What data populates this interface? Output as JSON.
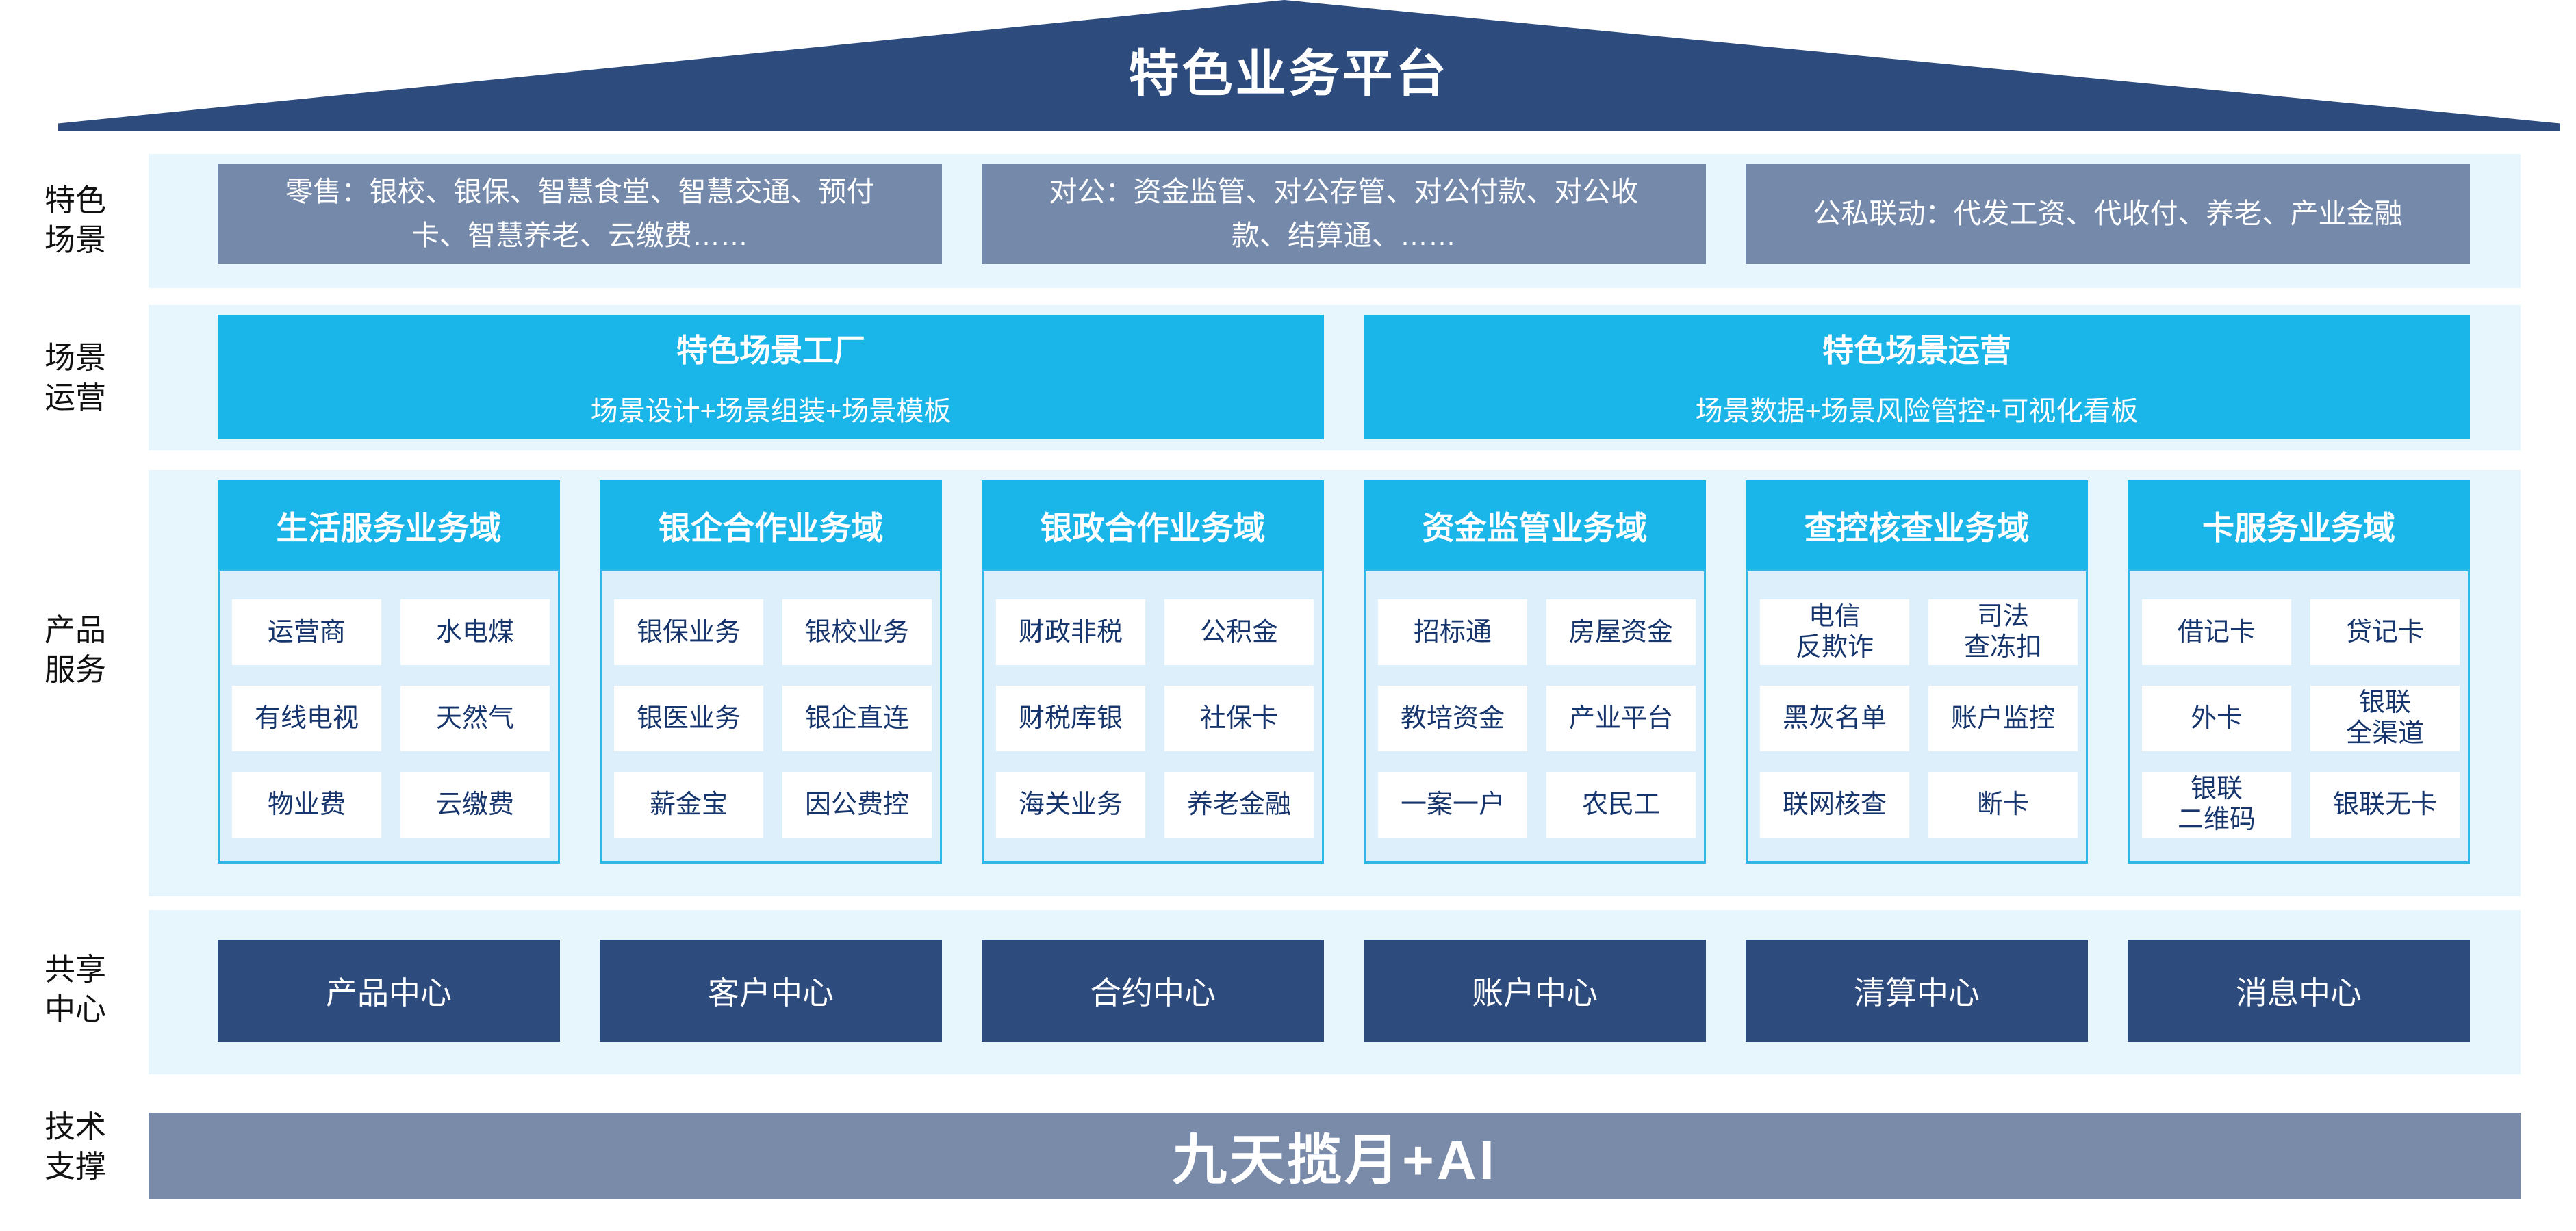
{
  "platform": {
    "title": "特色业务平台"
  },
  "side_labels": [
    {
      "text": "特色\n场景"
    },
    {
      "text": "场景\n运营"
    },
    {
      "text": "产品\n服务"
    },
    {
      "text": "共享\n中心"
    },
    {
      "text": "技术\n支撑"
    }
  ],
  "scenarios": [
    "零售：银校、银保、智慧食堂、智慧交通、预付\n卡、智慧养老、云缴费……",
    "对公：资金监管、对公存管、对公付款、对公收\n款、结算通、……",
    "公私联动：代发工资、代收付、养老、产业金融"
  ],
  "scenario_operation": [
    {
      "title": "特色场景工厂",
      "subtitle": "场景设计+场景组装+场景模板"
    },
    {
      "title": "特色场景运营",
      "subtitle": "场景数据+场景风险管控+可视化看板"
    }
  ],
  "product_domains": [
    {
      "header": "生活服务业务域",
      "cells": [
        "运营商",
        "水电煤",
        "有线电视",
        "天然气",
        "物业费",
        "云缴费"
      ]
    },
    {
      "header": "银企合作业务域",
      "cells": [
        "银保业务",
        "银校业务",
        "银医业务",
        "银企直连",
        "薪金宝",
        "因公费控"
      ]
    },
    {
      "header": "银政合作业务域",
      "cells": [
        "财政非税",
        "公积金",
        "财税库银",
        "社保卡",
        "海关业务",
        "养老金融"
      ]
    },
    {
      "header": "资金监管业务域",
      "cells": [
        "招标通",
        "房屋资金",
        "教培资金",
        "产业平台",
        "一案一户",
        "农民工"
      ]
    },
    {
      "header": "查控核查业务域",
      "cells": [
        "电信\n反欺诈",
        "司法\n查冻扣",
        "黑灰名单",
        "账户监控",
        "联网核查",
        "断卡"
      ]
    },
    {
      "header": "卡服务业务域",
      "cells": [
        "借记卡",
        "贷记卡",
        "外卡",
        "银联\n全渠道",
        "银联\n二维码",
        "银联无卡"
      ]
    }
  ],
  "shared_centers": [
    "产品中心",
    "客户中心",
    "合约中心",
    "账户中心",
    "清算中心",
    "消息中心"
  ],
  "tech_support": {
    "label": "九天揽月+AI"
  },
  "colors": {
    "roof_navy": "#2e4b7d",
    "band_light_blue": "#e7f5fc",
    "scenario_gray": "#7589ab",
    "cyan": "#1ab5e9",
    "column_body": "#ddeffa",
    "cell_text_navy": "#17356d",
    "tech_bar_gray": "#7a8aa9"
  }
}
